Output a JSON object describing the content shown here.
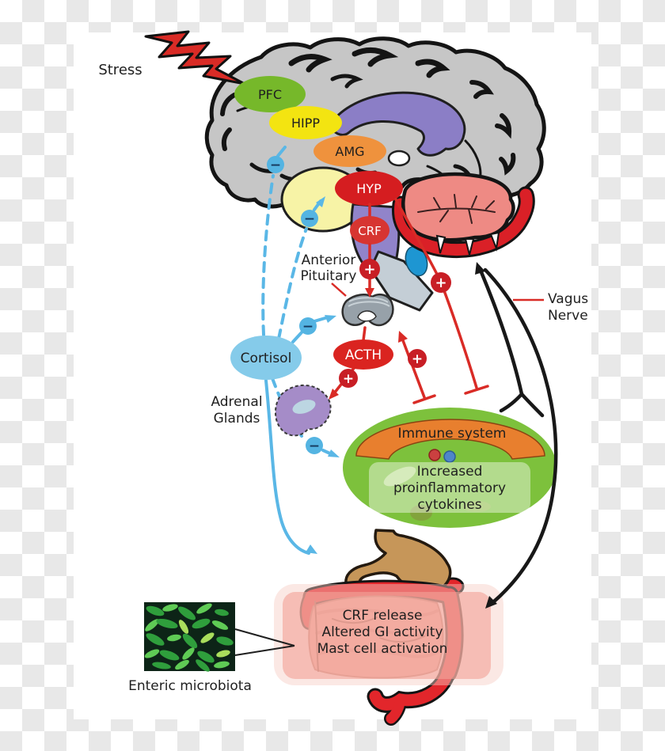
{
  "labels": {
    "stress": "Stress",
    "pfc": "PFC",
    "hipp": "HIPP",
    "amg": "AMG",
    "hyp": "HYP",
    "crf": "CRF",
    "anterior_pituitary_1": "Anterior",
    "anterior_pituitary_2": "Pituitary",
    "cortisol": "Cortisol",
    "acth": "ACTH",
    "adrenal_1": "Adrenal",
    "adrenal_2": "Glands",
    "vagus_1": "Vagus",
    "vagus_2": "Nerve",
    "immune_system": "Immune system",
    "cytokines_1": "Increased",
    "cytokines_2": "proinflammatory",
    "cytokines_3": "cytokines",
    "gut_effect_1": "CRF release",
    "gut_effect_2": "Altered GI activity",
    "gut_effect_3": "Mast cell activation",
    "enteric_microbiota": "Enteric microbiota"
  },
  "signs": {
    "plus": "+",
    "minus": "−"
  },
  "colors": {
    "checker": "#e8e8e8",
    "text_dark": "#1f1f1f",
    "pfc": "#76b82a",
    "hipp": "#f3e411",
    "amg": "#ef923d",
    "hyp": "#d51d20",
    "crf": "#d73531",
    "acth": "#da2420",
    "cortisol": "#85cbea",
    "inhibit_blue": "#5ab7e6",
    "excite_red": "#d92b26",
    "plus_badge": "#c81e25",
    "minus_badge": "#54b4e2",
    "brain_gray": "#c6c6c6",
    "callosum": "#8b7ec6",
    "brainstem": "#9184ca",
    "temporal_yellow": "#f7f3a6",
    "cerebellum_pink": "#ee8a84",
    "cerebellum_red": "#da2027",
    "pons_blue": "#1e96d2",
    "immune_green": "#7dc13c",
    "immune_orange": "#e87f2e",
    "stomach_tan": "#c69659",
    "intestine_pink": "#f3a89e",
    "colon_red": "#e2262b",
    "vagus_black": "#181818",
    "microbiota_bg": "#0d2417",
    "microbiota_green1": "#2f9e3c",
    "microbiota_green2": "#5fcb55",
    "microbiota_green3": "#aade5c"
  }
}
